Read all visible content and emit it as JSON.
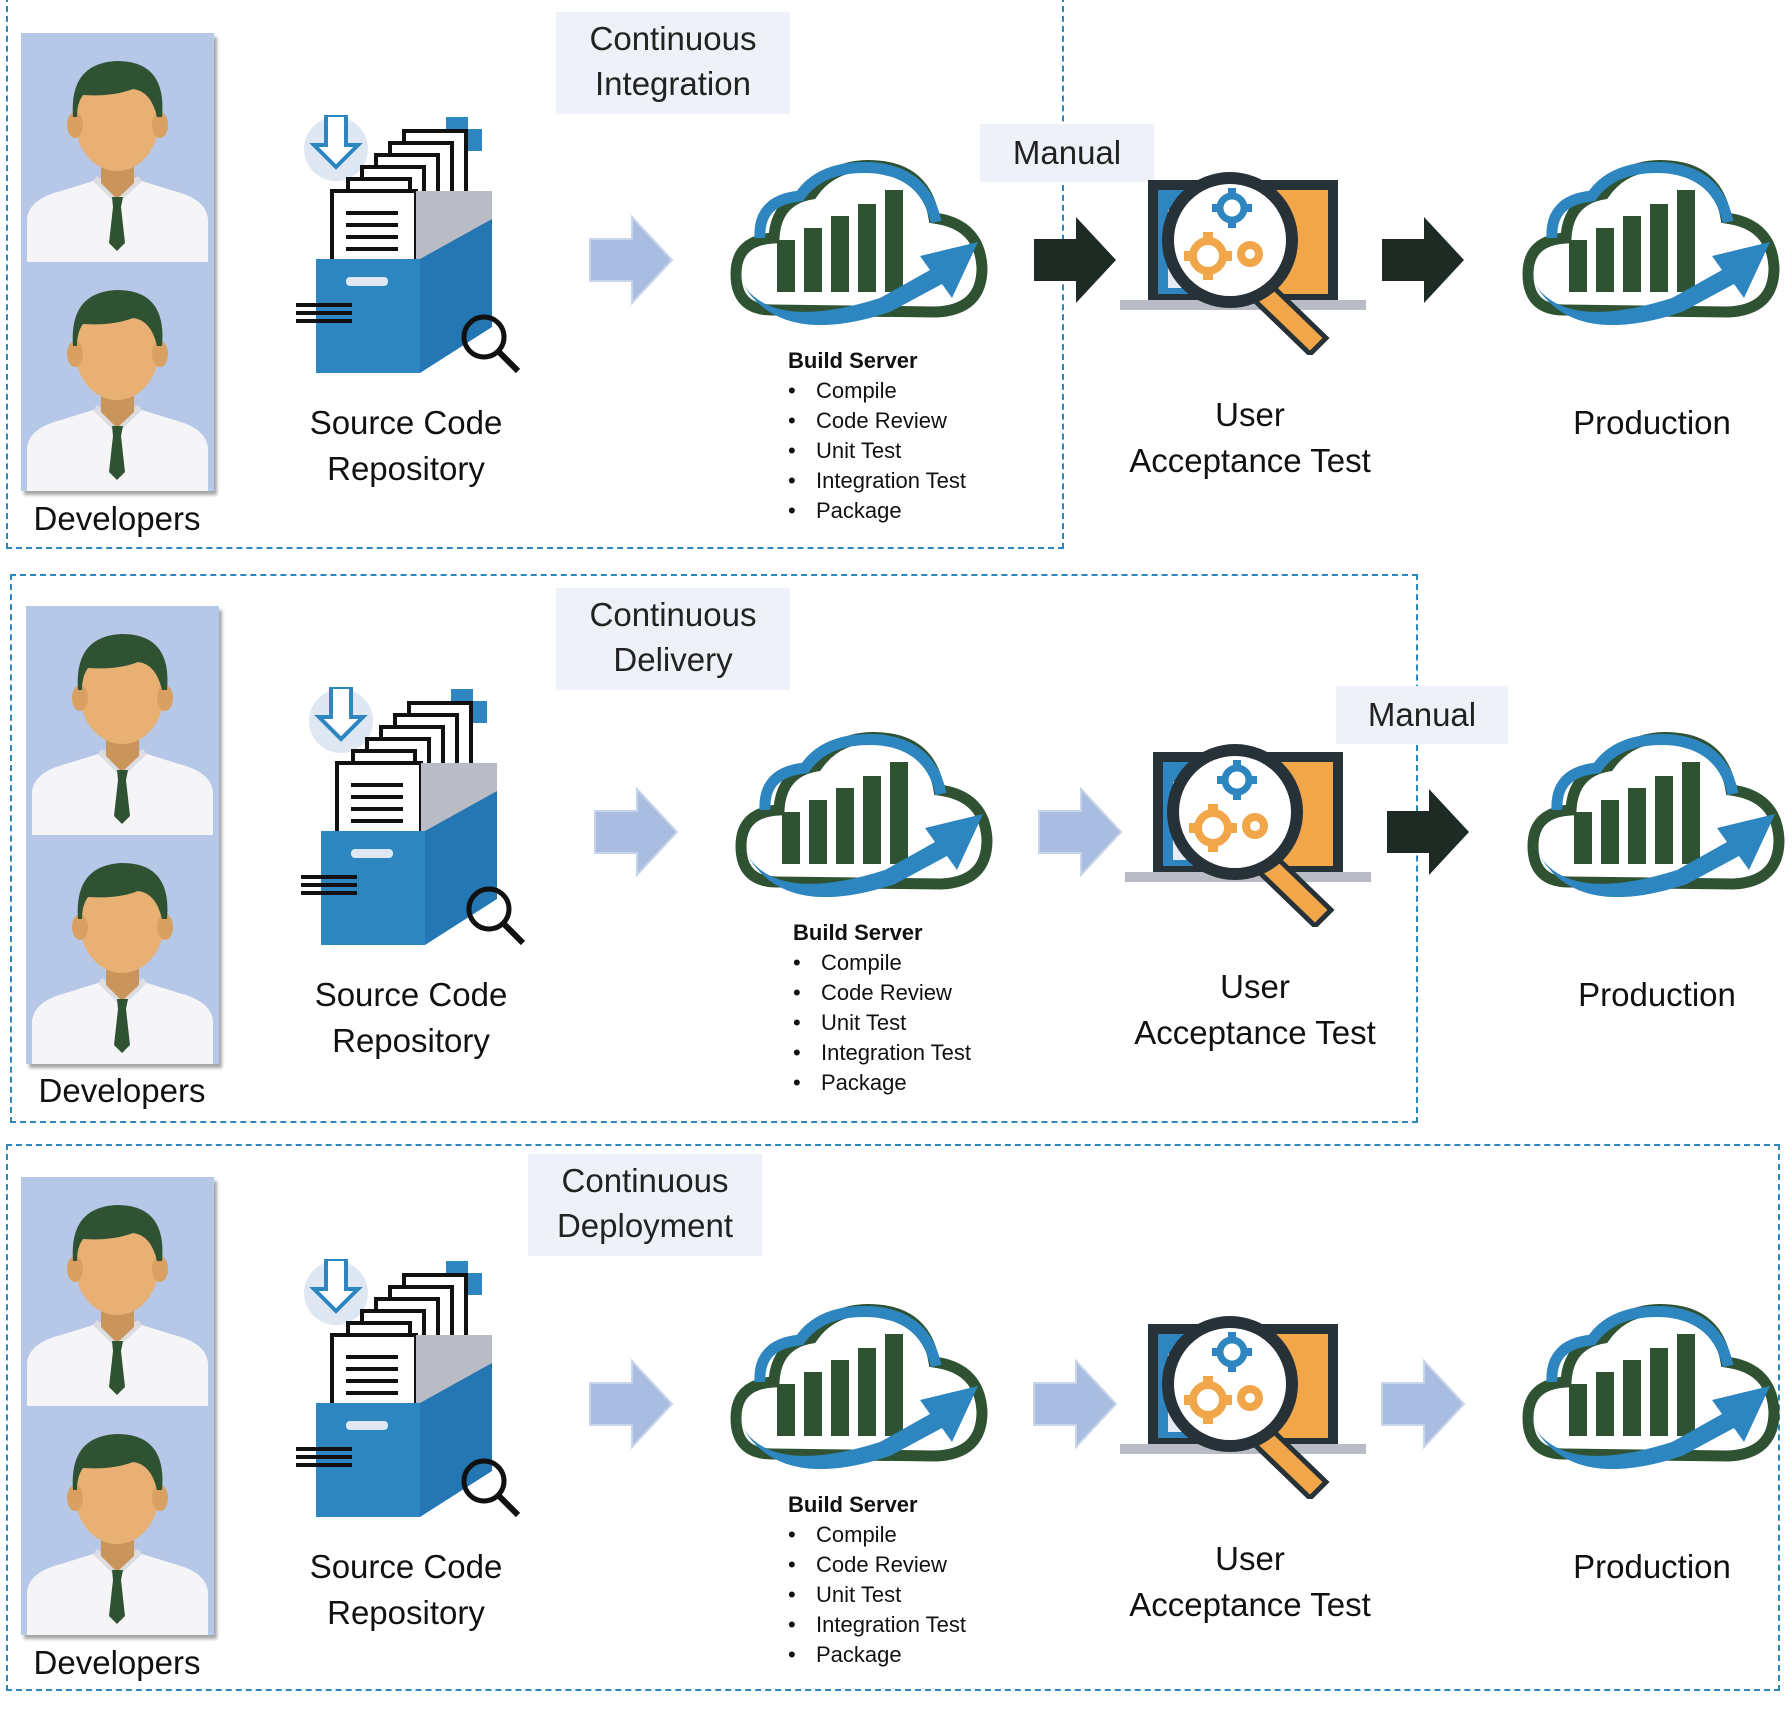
{
  "manual_label": "Manual",
  "developers_label": "Developers",
  "repo_label": [
    "Source Code",
    "Repository"
  ],
  "uat_label": [
    "User",
    "Acceptance Test"
  ],
  "production_label": "Production",
  "build_server": {
    "title": "Build Server",
    "steps": [
      "Compile",
      "Code Review",
      "Unit Test",
      "Integration Test",
      "Package"
    ]
  },
  "rows": [
    {
      "title": [
        "Continuous",
        "Integration"
      ],
      "arrows": [
        "light",
        "dark",
        "dark"
      ]
    },
    {
      "title": [
        "Continuous",
        "Delivery"
      ],
      "arrows": [
        "light",
        "light",
        "dark"
      ]
    },
    {
      "title": [
        "Continuous",
        "Deployment"
      ],
      "arrows": [
        "light",
        "light",
        "light"
      ]
    }
  ],
  "colors": {
    "dashed_border": "#2e86c1",
    "cloud_blue": "#2e86c1",
    "bar_green": "#2f5233",
    "light_arrow": "#a9bde0",
    "dark_arrow": "#1e2b24",
    "person_panel": "#b6c7e8"
  }
}
